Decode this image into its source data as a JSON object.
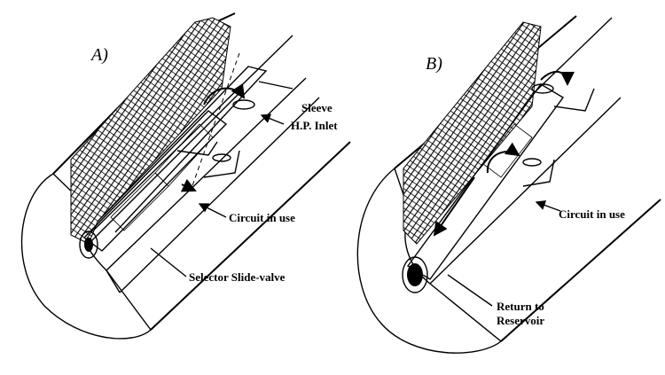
{
  "panels": {
    "a": {
      "label": "A)",
      "labels": {
        "sleeve": "Sleeve",
        "hp_inlet": "H.P. Inlet",
        "circuit": "Circuit in use",
        "selector": "Selector Slide-valve"
      }
    },
    "b": {
      "label": "B)",
      "labels": {
        "circuit": "Circuit in use",
        "return1": "Return to",
        "return2": "Reservoir"
      }
    }
  }
}
